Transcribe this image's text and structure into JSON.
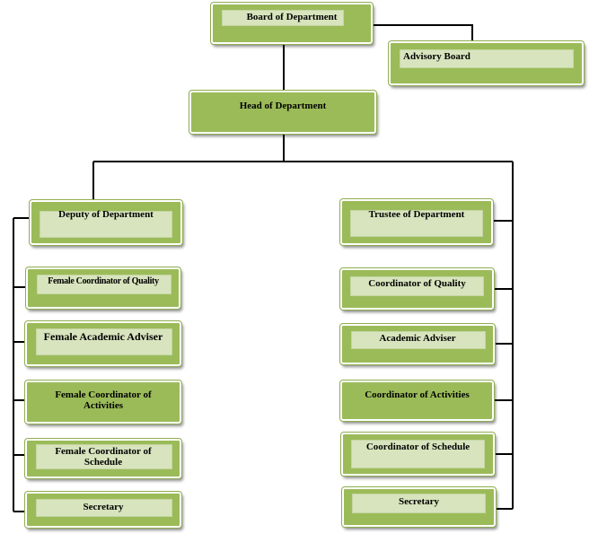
{
  "nodes": {
    "board": "Board of Department",
    "advisory": "Advisory  Board",
    "head": "Head of Department",
    "deputy": "Deputy of Department",
    "f_quality": "Female Coordinator of Quality",
    "f_adviser": "Female Academic Adviser",
    "f_activities": "Female Coordinator of Activities",
    "f_schedule": "Female Coordinator of Schedule",
    "f_secretary": "Secretary",
    "trustee": "Trustee of Department",
    "quality": "Coordinator of Quality",
    "adviser": "Academic Adviser",
    "activities": "Coordinator of Activities",
    "schedule": "Coordinator of Schedule",
    "secretary": "Secretary"
  },
  "colors": {
    "box_fill": "#9bbb59",
    "inner_fill": "#d7e4bd",
    "line": "#000000"
  }
}
